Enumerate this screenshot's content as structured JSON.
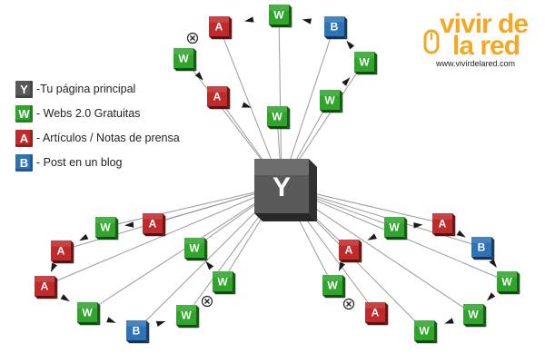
{
  "colors": {
    "Y": "#595959",
    "W": "#2fa52c",
    "A": "#c12a2a",
    "B": "#2e72b8",
    "line": "#9a9a9a",
    "arrow": "#1a1a1a"
  },
  "legend": [
    {
      "letter": "Y",
      "type": "Y",
      "label": "-Tu página principal"
    },
    {
      "letter": "W",
      "type": "W",
      "label": "- Webs 2.0 Gratuitas"
    },
    {
      "letter": "A",
      "type": "A",
      "label": "- Artículos / Notas de prensa"
    },
    {
      "letter": "B",
      "type": "B",
      "label": "- Post en un blog"
    }
  ],
  "logo": {
    "line1": "vivir de",
    "line2": "la red",
    "url": "www.vivirdelared.com"
  },
  "hub": {
    "letter": "Y",
    "type": "Y"
  },
  "nodes": [
    {
      "id": "t1",
      "type": "A",
      "letter": "A"
    },
    {
      "id": "t2",
      "type": "W",
      "letter": "W"
    },
    {
      "id": "t3",
      "type": "B",
      "letter": "B"
    },
    {
      "id": "t4",
      "type": "W",
      "letter": "W"
    },
    {
      "id": "t5",
      "type": "W",
      "letter": "W"
    },
    {
      "id": "t6",
      "type": "A",
      "letter": "A"
    },
    {
      "id": "t7",
      "type": "W",
      "letter": "W"
    },
    {
      "id": "t8",
      "type": "W",
      "letter": "W"
    },
    {
      "id": "l1",
      "type": "A",
      "letter": "A"
    },
    {
      "id": "l2",
      "type": "W",
      "letter": "W"
    },
    {
      "id": "l3",
      "type": "A",
      "letter": "A"
    },
    {
      "id": "l4",
      "type": "W",
      "letter": "W"
    },
    {
      "id": "l5",
      "type": "A",
      "letter": "A"
    },
    {
      "id": "l6",
      "type": "W",
      "letter": "W"
    },
    {
      "id": "l7",
      "type": "W",
      "letter": "W"
    },
    {
      "id": "l8",
      "type": "W",
      "letter": "W"
    },
    {
      "id": "l9",
      "type": "B",
      "letter": "B"
    },
    {
      "id": "r1",
      "type": "A",
      "letter": "A"
    },
    {
      "id": "r2",
      "type": "W",
      "letter": "W"
    },
    {
      "id": "r3",
      "type": "A",
      "letter": "A"
    },
    {
      "id": "r4",
      "type": "B",
      "letter": "B"
    },
    {
      "id": "r5",
      "type": "W",
      "letter": "W"
    },
    {
      "id": "r6",
      "type": "W",
      "letter": "W"
    },
    {
      "id": "r7",
      "type": "W",
      "letter": "W"
    },
    {
      "id": "r8",
      "type": "A",
      "letter": "A"
    },
    {
      "id": "r9",
      "type": "W",
      "letter": "W"
    }
  ]
}
